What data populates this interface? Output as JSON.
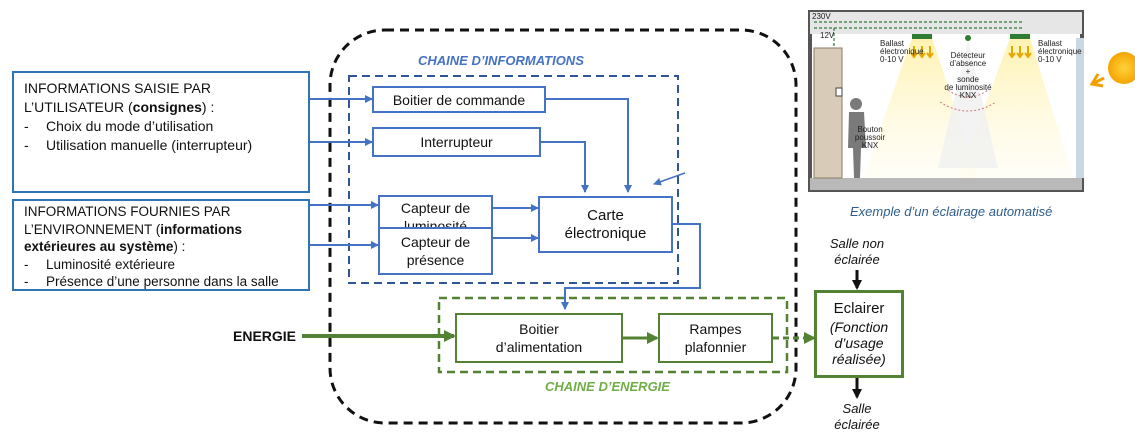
{
  "colors": {
    "info_blue": "#2e75b6",
    "box_blue": "#4472c4",
    "energy_green": "#548235",
    "title_blue": "#4472c4",
    "title_green": "#70ad47"
  },
  "user_info": {
    "title_line1": "INFORMATIONS SAISIE PAR",
    "title_line2_pre": "L’UTILISATEUR (",
    "title_line2_bold": "consignes",
    "title_line2_post": ") :",
    "bullet1": "Choix du mode d’utilisation",
    "bullet2": "Utilisation manuelle (interrupteur)"
  },
  "env_info": {
    "title_line1": "INFORMATIONS FOURNIES PAR",
    "title_line2_pre": "L’ENVIRONNEMENT (",
    "title_line2_bold": "informations",
    "title_line3_bold": "extérieures au système",
    "title_line3_post": ") :",
    "bullet1": "Luminosité extérieure",
    "bullet2": "Présence d’une personne dans la salle"
  },
  "bullet_char": "-",
  "chaine_info_title": "CHAINE D’INFORMATIONS",
  "chaine_energie_title": "CHAINE D’ENERGIE",
  "blocks": {
    "boitier_commande": "Boitier de commande",
    "interrupteur": "Interrupteur",
    "capteur_lum_1": "Capteur de",
    "capteur_lum_2": "luminosité",
    "capteur_pres_1": "Capteur de",
    "capteur_pres_2": "présence",
    "carte_1": "Carte",
    "carte_2": "électronique",
    "alim_1": "Boitier",
    "alim_2": "d’alimentation",
    "rampes_1": "Rampes",
    "rampes_2": "plafonnier"
  },
  "energie_label": "ENERGIE",
  "eclairer": {
    "title": "Eclairer",
    "sub1": "(Fonction",
    "sub2": "d’usage",
    "sub3": "réalisée)"
  },
  "input_state": {
    "line1": "Salle non",
    "line2": "éclairée"
  },
  "output_state": {
    "line1": "Salle",
    "line2": "éclairée"
  },
  "illustration": {
    "caption": "Exemple d’un éclairage automatisé",
    "v230": "230V",
    "v12": "12V",
    "ballast_left_1": "Ballast",
    "ballast_left_2": "électronique",
    "ballast_left_3": "0-10 V",
    "ballast_right_1": "Ballast",
    "ballast_right_2": "électronique",
    "ballast_right_3": "0-10 V",
    "detector_1": "Détecteur",
    "detector_2": "d’absence",
    "detector_3": "+",
    "detector_4": "sonde",
    "detector_5": "de luminosité",
    "detector_6": "KNX",
    "button_1": "Bouton",
    "button_2": "poussoir",
    "button_3": "KNX"
  }
}
